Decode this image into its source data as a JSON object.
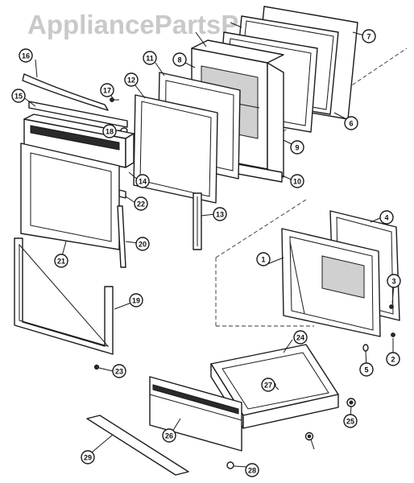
{
  "watermark": "AppliancePartsPros.com",
  "callouts": [
    "1",
    "2",
    "3",
    "4",
    "5",
    "6",
    "7",
    "8",
    "9",
    "10",
    "11",
    "12",
    "13",
    "14",
    "15",
    "16",
    "17",
    "18",
    "19",
    "20",
    "21",
    "22",
    "23",
    "24",
    "25",
    "26",
    "27",
    "28",
    "29"
  ]
}
